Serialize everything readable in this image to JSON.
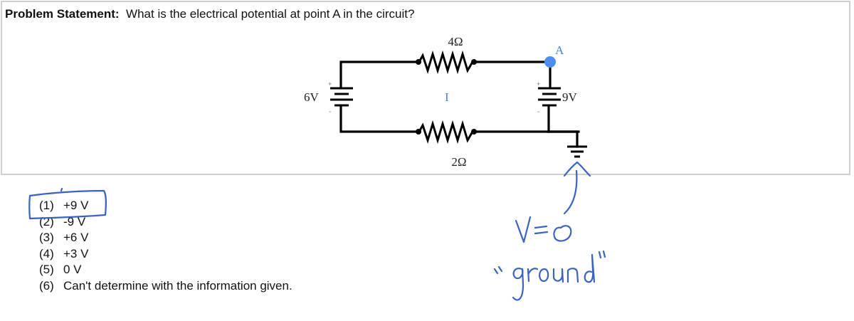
{
  "problem": {
    "label": "Problem Statement:",
    "question": "What is the electrical potential at point A in the circuit?"
  },
  "circuit": {
    "resistor_top": "4Ω",
    "resistor_bottom": "2Ω",
    "battery_left": "6V",
    "battery_right": "9V",
    "current_label": "I",
    "node_label": "A",
    "plus_sign": "+",
    "minus_sign": "-",
    "node_color": "#4a8ef0",
    "current_color": "#4a7fe8"
  },
  "choices": [
    {
      "num": "(1)",
      "text": "+9 V",
      "circled": true
    },
    {
      "num": "(2)",
      "text": "-9 V"
    },
    {
      "num": "(3)",
      "text": "+6 V"
    },
    {
      "num": "(4)",
      "text": "+3 V"
    },
    {
      "num": "(5)",
      "text": "0 V"
    },
    {
      "num": "(6)",
      "text": "Can't determine with the information given."
    }
  ],
  "annotations": {
    "ink_color": "#3a62c0",
    "equation": "V = 0",
    "ground_note": "“ground”"
  }
}
